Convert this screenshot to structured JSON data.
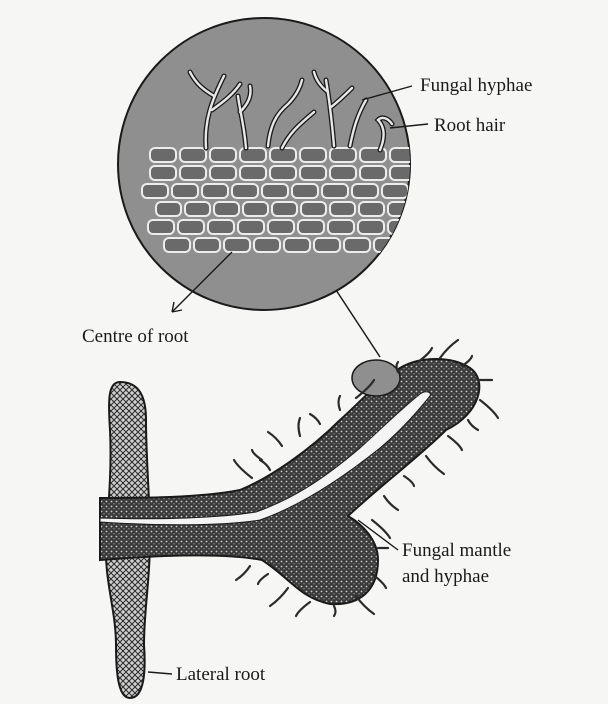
{
  "figure": {
    "labels": {
      "fungal_hyphae": "Fungal hyphae",
      "root_hair": "Root hair",
      "centre_of_root": "Centre of root",
      "fungal_mantle_line1": "Fungal mantle",
      "fungal_mantle_line2": "and hyphae",
      "lateral_root": "Lateral root"
    },
    "colors": {
      "magnified_disc": "#8f8f8f",
      "ink": "#1a1a1a",
      "cell_fill": "#6a6a6a",
      "cell_wall": "#ececec",
      "root_tissue": "#3a3a3a",
      "background": "#f6f6f4"
    }
  }
}
